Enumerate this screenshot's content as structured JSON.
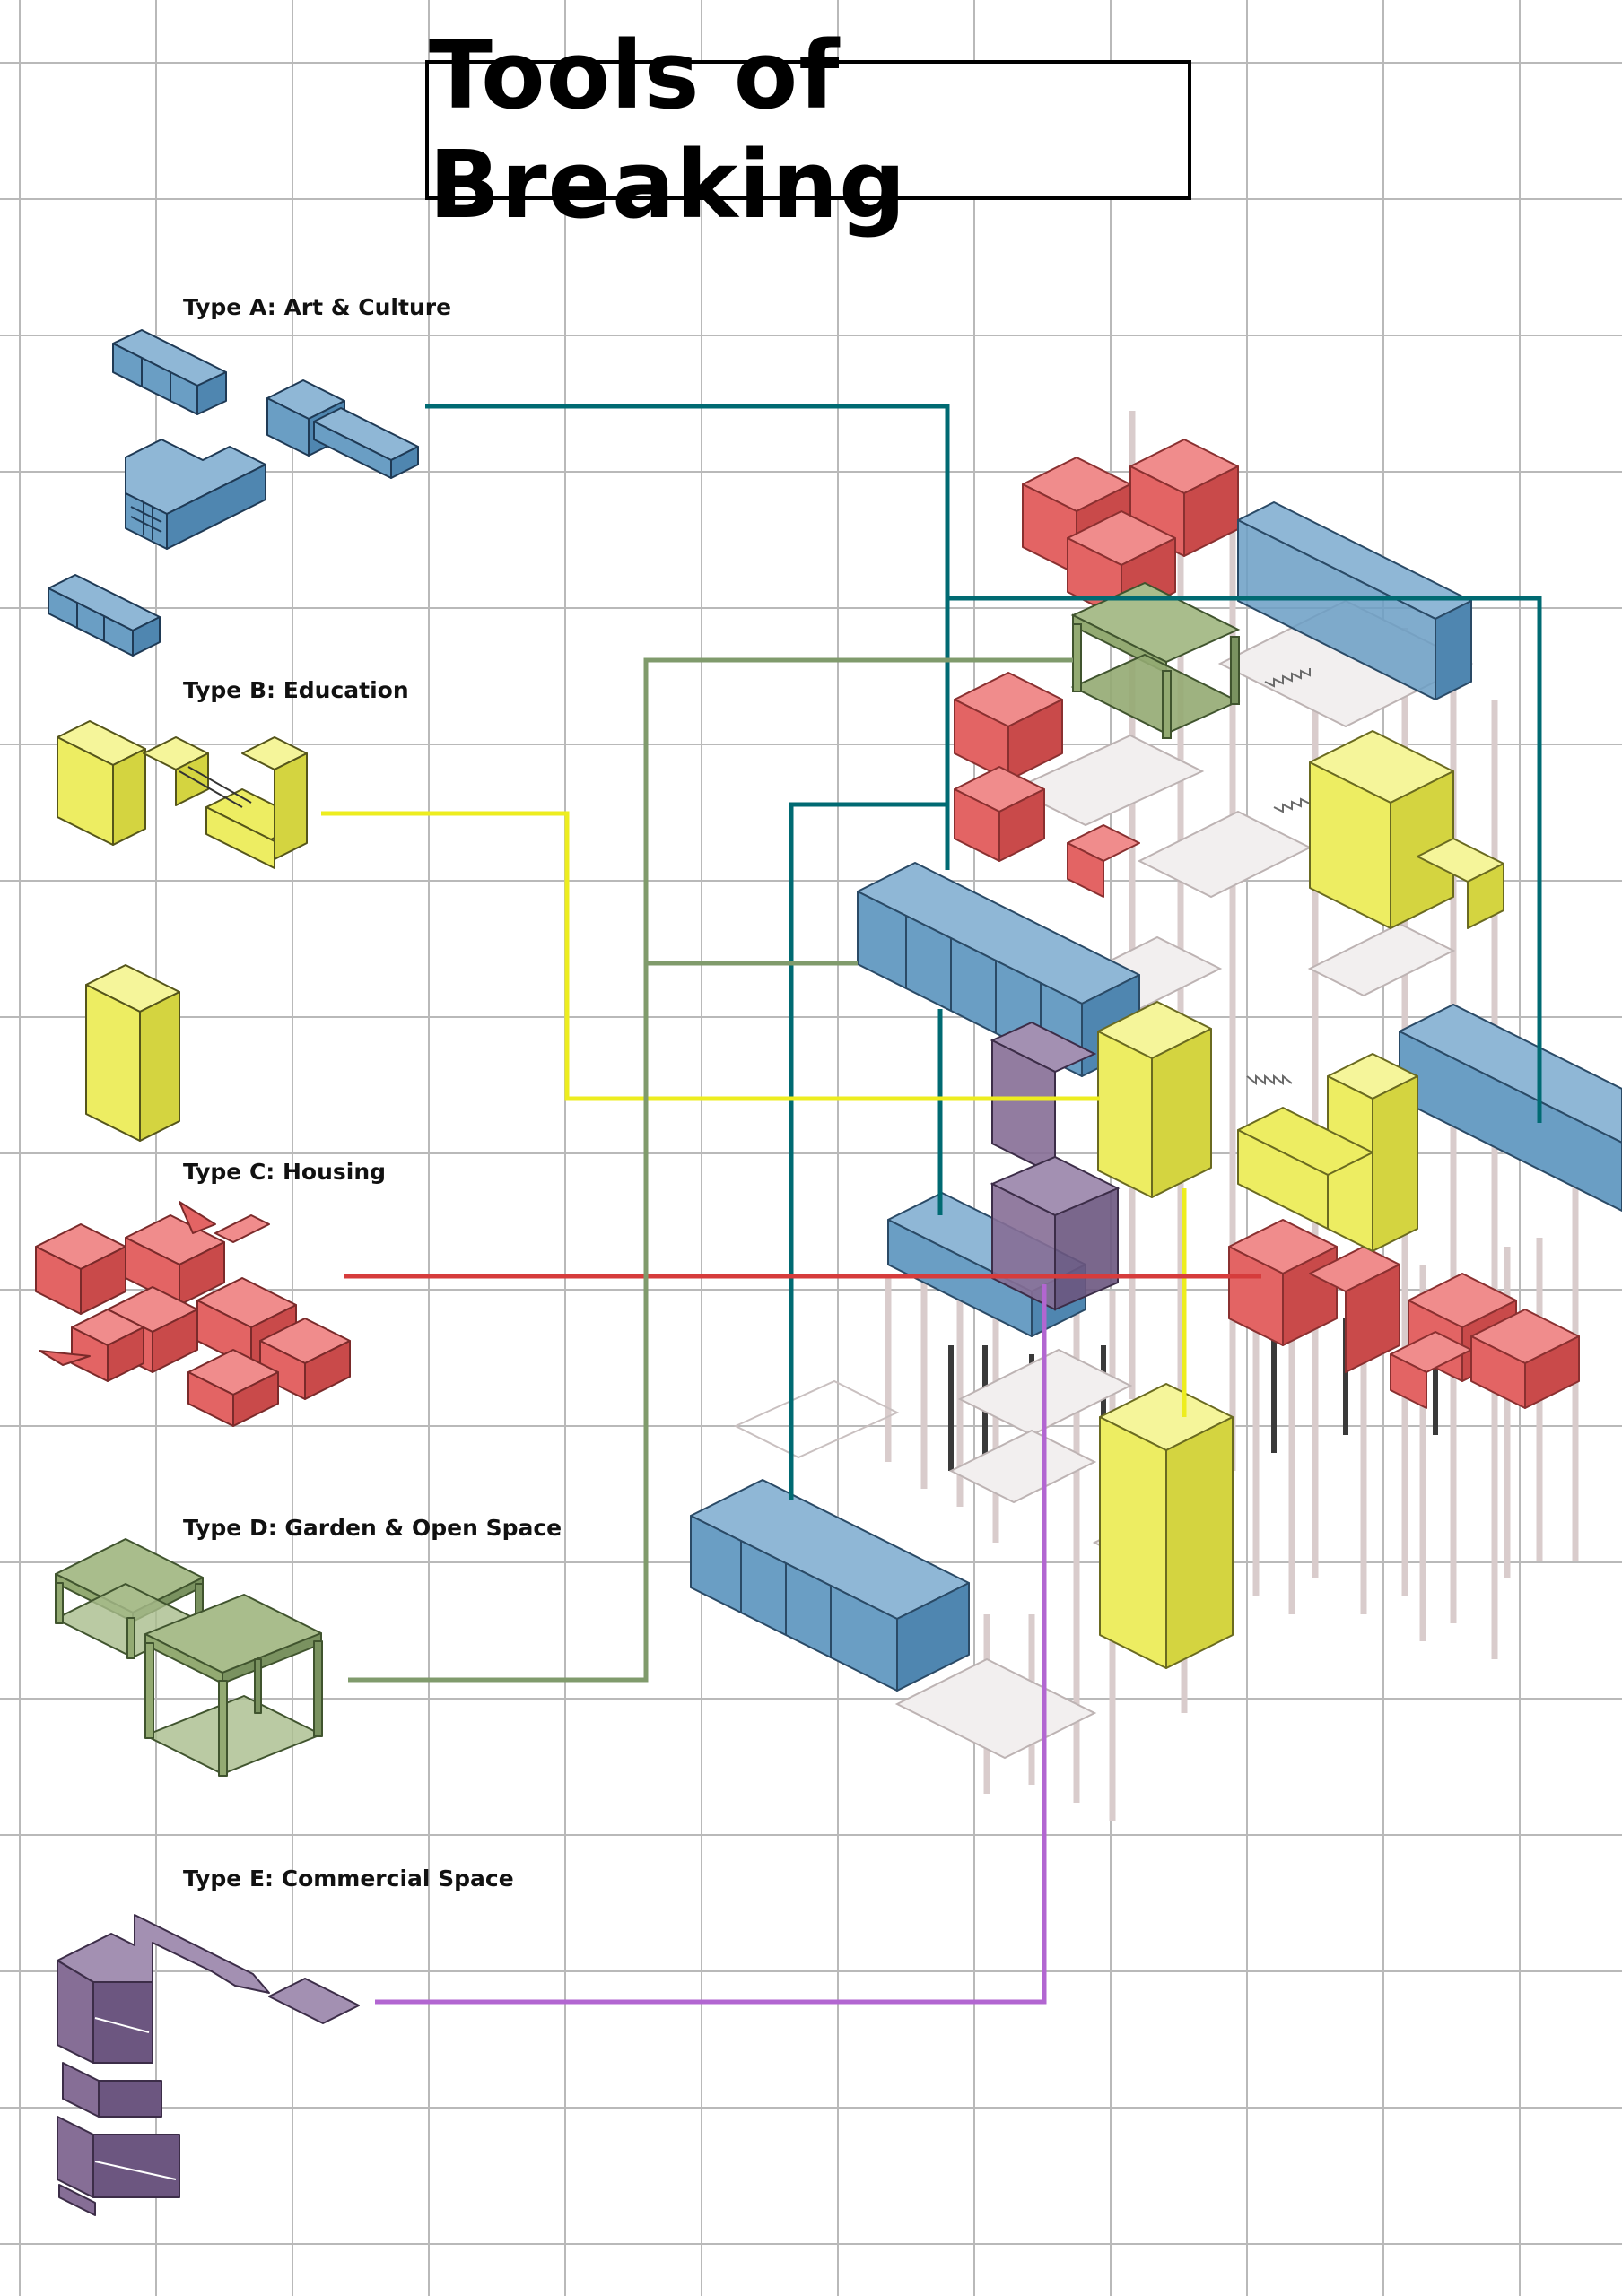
{
  "title": "Tools of Breaking",
  "types": [
    {
      "key": "a",
      "label": "Type A: Art & Culture",
      "color": "#6a9ec4"
    },
    {
      "key": "b",
      "label": "Type B: Education",
      "color": "#eded62"
    },
    {
      "key": "c",
      "label": "Type C: Housing",
      "color": "#e36464"
    },
    {
      "key": "d",
      "label": "Type D: Garden & Open Space",
      "color": "#93aa72"
    },
    {
      "key": "e",
      "label": "Type E: Commercial Space",
      "color": "#866e96"
    }
  ],
  "leader_colors": {
    "a": "#006a72",
    "b": "#eded1f",
    "c": "#d63c3c",
    "d": "#809b6c",
    "e": "#b266d1"
  }
}
